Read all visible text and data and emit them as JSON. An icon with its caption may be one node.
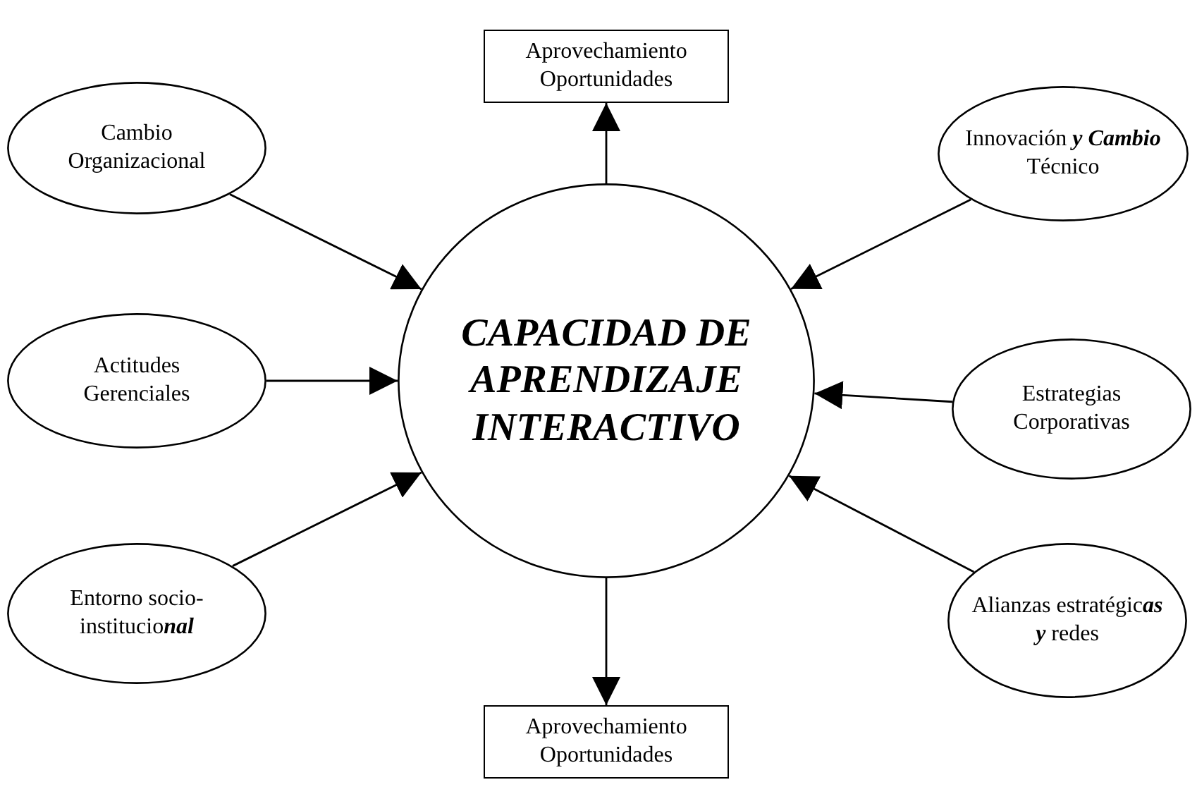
{
  "diagram": {
    "nodes": [
      {
        "text": [
          "Aprovechamiento Oportunidades"
        ]
      },
      {
        "text": [
          "Cambio Organizacional"
        ]
      },
      {
        "text": [
          "Innovación **y** **Cambio** Técnico"
        ]
      },
      {
        "text": [
          "CAPACIDAD DE APRENDIZAJE INTERACTIVO"
        ]
      },
      {
        "text": [
          "Actitudes Gerenciales"
        ]
      },
      {
        "text": [
          "Estrategias Corporativas"
        ]
      },
      {
        "text": [
          "Entorno socio-institucio**nal**"
        ]
      },
      {
        "text": [
          "Alianzas estratégic**as y** redes"
        ]
      },
      {
        "text": [
          "Aprovechamiento Oportunidades"
        ]
      }
    ],
    "edges": [
      {
        "from": 3,
        "to": 0,
        "arrow": "to"
      },
      {
        "from": 1,
        "to": 3,
        "arrow": "to"
      },
      {
        "from": 2,
        "to": 3,
        "arrow": "to"
      },
      {
        "from": 4,
        "to": 3,
        "arrow": "to"
      },
      {
        "from": 5,
        "to": 3,
        "arrow": "to"
      },
      {
        "from": 6,
        "to": 3,
        "arrow": "to"
      },
      {
        "from": 7,
        "to": 3,
        "arrow": "to"
      },
      {
        "from": 3,
        "to": 8,
        "arrow": "to"
      }
    ]
  }
}
